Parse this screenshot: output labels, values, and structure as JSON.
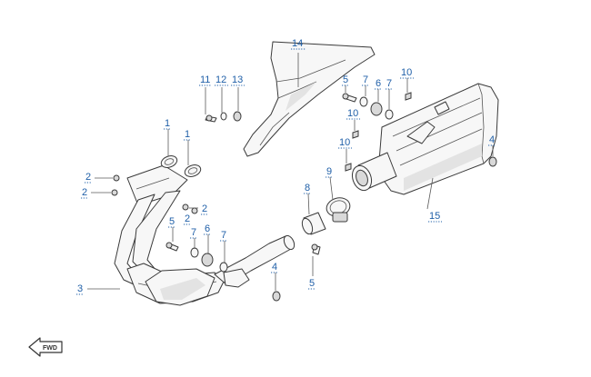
{
  "diagram": {
    "callouts": {
      "c14": "14",
      "c11": "11",
      "c12": "12",
      "c13": "13",
      "c5a": "5",
      "c7a": "7",
      "c6a": "6",
      "c7b": "7",
      "c10a": "10",
      "c10b": "10",
      "c10c": "10",
      "c1a": "1",
      "c1b": "1",
      "c2a": "2",
      "c2b": "2",
      "c2c": "2",
      "c2d": "2",
      "c4a": "4",
      "c9": "9",
      "c8": "8",
      "c15": "15",
      "c5b": "5",
      "c7c": "7",
      "c6b": "6",
      "c7d": "7",
      "c4b": "4",
      "c3": "3",
      "c5c": "5"
    },
    "forward_badge": "FWD"
  }
}
